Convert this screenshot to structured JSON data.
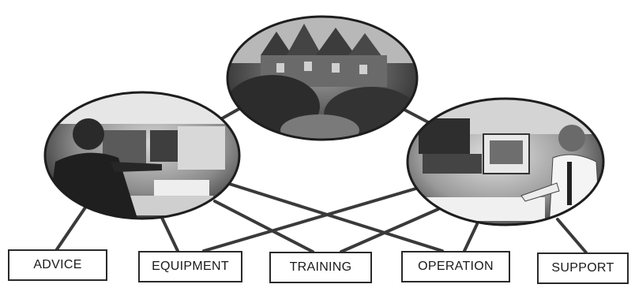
{
  "boxes": {
    "advice": "ADVICE",
    "equipment": "EQUIPMENT",
    "training": "TRAINING",
    "operation": "OPERATION",
    "support": "SUPPORT"
  },
  "photos": {
    "top": "building-exterior-photo",
    "left": "man-at-computer-photo",
    "right": "man-at-workstation-photo"
  },
  "colors": {
    "line": "#3a3a3a",
    "box_border": "#2a2a2a",
    "photo_dark": "#2b2b2b"
  }
}
